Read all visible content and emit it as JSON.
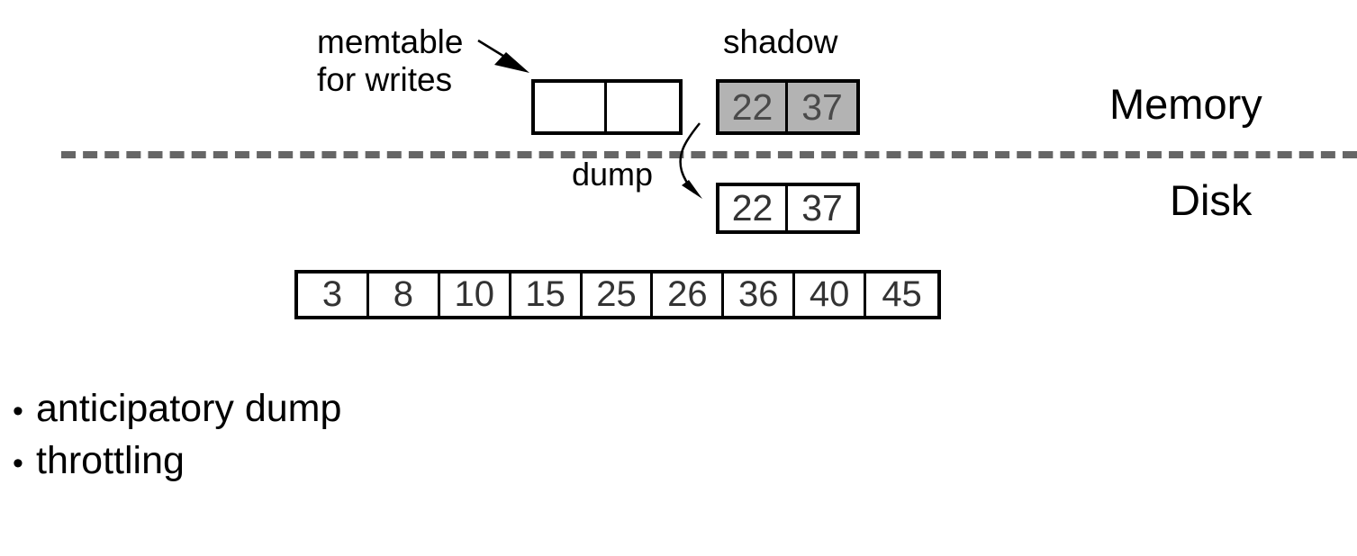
{
  "diagram": {
    "callouts": {
      "memtable_line1": "memtable",
      "memtable_line2": "for writes",
      "shadow": "shadow",
      "dump": "dump"
    },
    "tiers": {
      "memory": "Memory",
      "disk": "Disk"
    },
    "memtable": {
      "name": "memtable for writes",
      "cells": [
        "",
        ""
      ]
    },
    "shadow_memtable": {
      "name": "shadow",
      "cells": [
        "22",
        "37"
      ],
      "fill": "#b3b3b3",
      "text_color": "#4a4a4a"
    },
    "dumped_run": {
      "name": "dumped run on disk",
      "cells": [
        "22",
        "37"
      ],
      "fill": "#ffffff"
    },
    "disk_array": {
      "name": "sorted run on disk",
      "cells": [
        "3",
        "8",
        "10",
        "15",
        "25",
        "26",
        "36",
        "40",
        "45"
      ],
      "fill": "#ffffff"
    },
    "divider_color": "#666666",
    "outline_color": "#000000"
  },
  "bullets": {
    "marker": "•",
    "items": [
      "anticipatory dump",
      "throttling"
    ]
  }
}
